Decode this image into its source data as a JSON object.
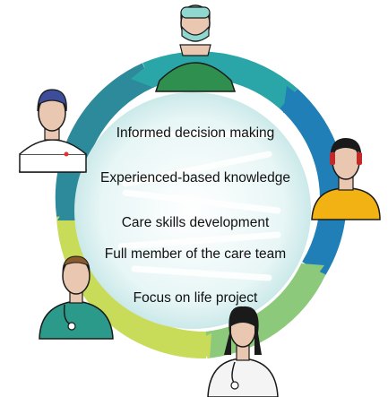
{
  "center_items": [
    {
      "text": "Informed decision making"
    },
    {
      "text": "Experienced-based knowledge"
    },
    {
      "text": "Care skills development"
    },
    {
      "text": "Full member of the care team"
    },
    {
      "text": "Focus on life project"
    }
  ],
  "ring_colors": {
    "teal": "#2aa6a8",
    "blue": "#1f7fb6",
    "light_green": "#8dc97a",
    "yellow_green": "#c9dc5a",
    "dark_teal": "#2c8a9a"
  },
  "figures": [
    {
      "icon": "surgeon-avatar-icon"
    },
    {
      "icon": "patient-avatar-icon"
    },
    {
      "icon": "caregiver-avatar-icon"
    },
    {
      "icon": "doctor-male-avatar-icon"
    },
    {
      "icon": "doctor-female-avatar-icon"
    }
  ]
}
